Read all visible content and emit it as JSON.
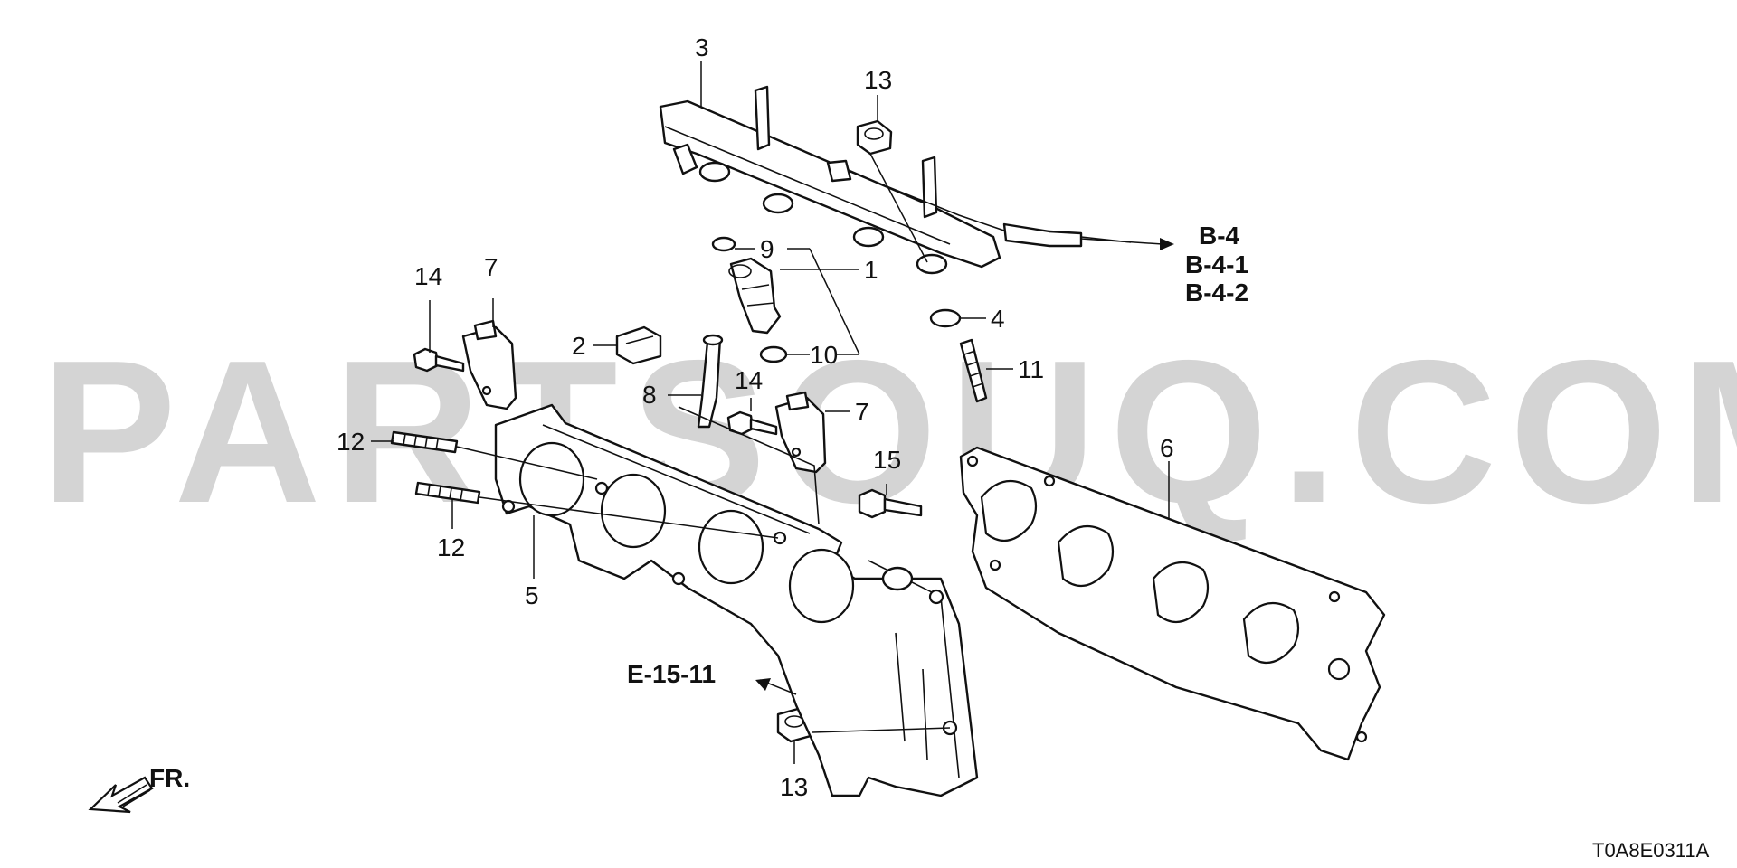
{
  "watermark": "PARTSOUQ.COM",
  "callouts": {
    "c1": "1",
    "c2": "2",
    "c3": "3",
    "c4": "4",
    "c5": "5",
    "c6": "6",
    "c7a": "7",
    "c7b": "7",
    "c8": "8",
    "c9": "9",
    "c10": "10",
    "c11": "11",
    "c12a": "12",
    "c12b": "12",
    "c13a": "13",
    "c13b": "13",
    "c14a": "14",
    "c14b": "14",
    "c15": "15"
  },
  "references": {
    "b4": "B-4",
    "b41": "B-4-1",
    "b42": "B-4-2",
    "e1511": "E-15-11"
  },
  "front_label": "FR.",
  "diagram_code": "T0A8E0311A"
}
